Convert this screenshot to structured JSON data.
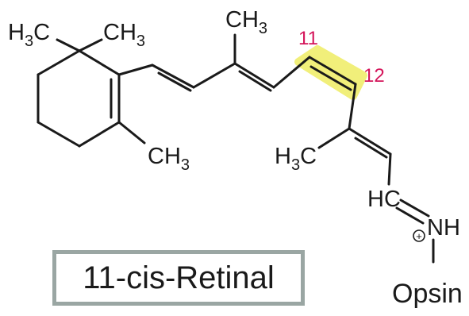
{
  "molecule": {
    "name": "11-cis-Retinal",
    "bound_protein": "Opsin",
    "highlight_color": "#f1ef7a",
    "number_color": "#d4145a",
    "box_border_color": "#9aa6a3"
  },
  "atoms": {
    "gem_methyl_left": {
      "main": "H",
      "sub": "3",
      "tail": "C"
    },
    "gem_methyl_right": {
      "main": "CH",
      "sub": "3"
    },
    "ring_methyl": {
      "main": "CH",
      "sub": "3"
    },
    "chain_methyl_top": {
      "main": "CH",
      "sub": "3"
    },
    "chain_methyl_lower": {
      "main": "H",
      "sub": "3",
      "tail": "C"
    },
    "imine_carbon": "HC",
    "nitrogen": "NH",
    "charge": "+"
  },
  "carbon_numbers": {
    "c11": "11",
    "c12": "12"
  }
}
